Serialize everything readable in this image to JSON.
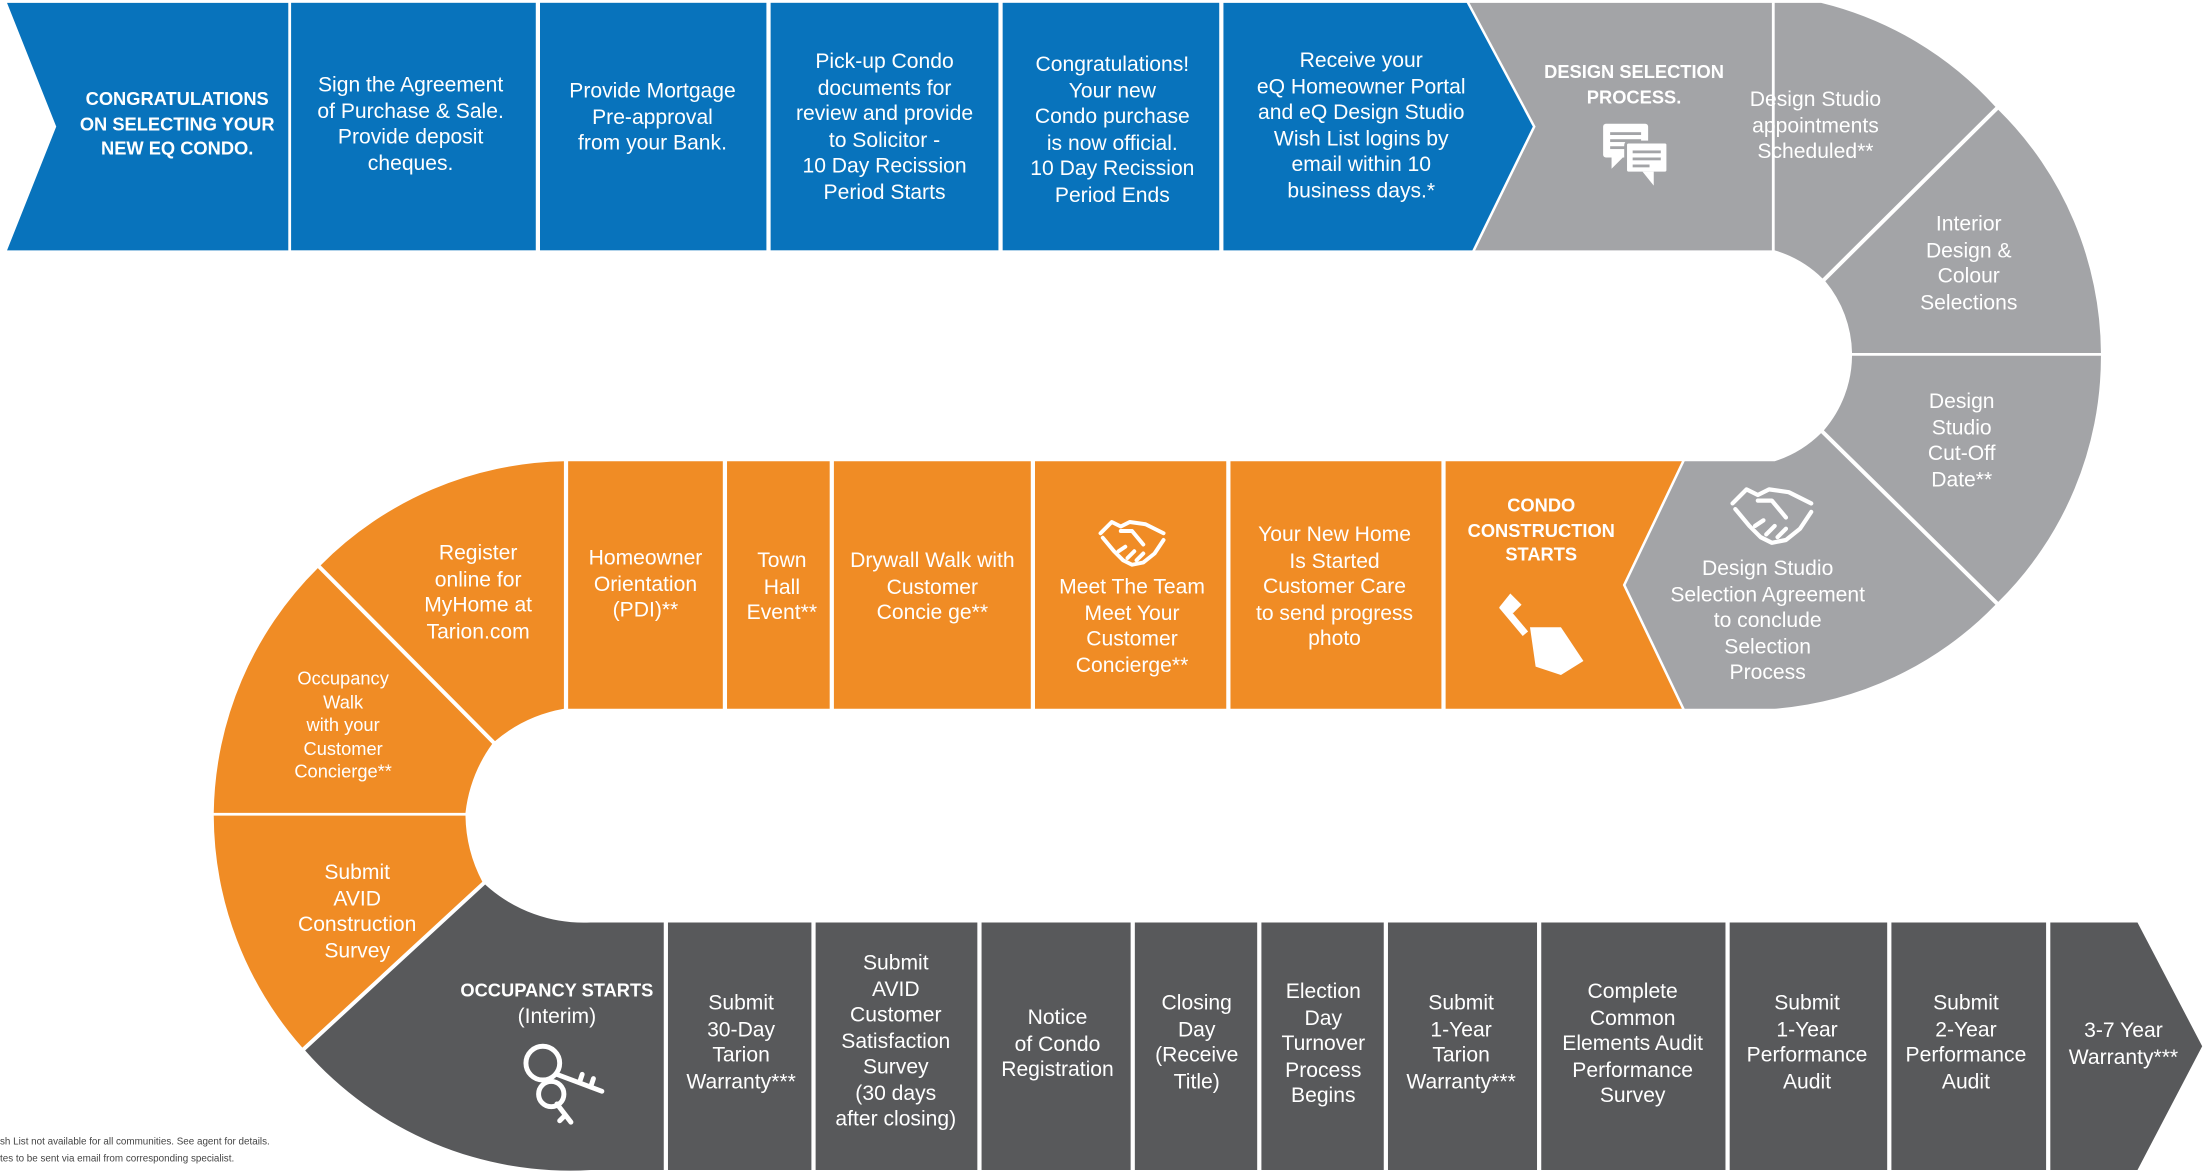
{
  "colors": {
    "blue": "#0873bc",
    "gray": "#a3a4a7",
    "orange": "#f08c25",
    "dark": "#58595b",
    "text": "#ffffff"
  },
  "steps": {
    "s1": {
      "color": "blue",
      "bold": true,
      "lines": [
        "CONGRATULATIONS",
        "ON SELECTING YOUR",
        "NEW EQ CONDO."
      ]
    },
    "s2": {
      "color": "blue",
      "lines": [
        "Sign the Agreement",
        "of Purchase & Sale.",
        "Provide deposit",
        "cheques."
      ]
    },
    "s3": {
      "color": "blue",
      "lines": [
        "Provide Mortgage",
        "Pre-approval",
        "from your Bank."
      ]
    },
    "s4": {
      "color": "blue",
      "lines": [
        "Pick-up Condo",
        "documents for",
        "review and provide",
        "to Solicitor -",
        "10 Day Recission",
        "Period Starts"
      ]
    },
    "s5": {
      "color": "blue",
      "lines": [
        "Congratulations!",
        "Your new",
        "Condo purchase",
        "is now official.",
        "10 Day Recission",
        "Period Ends"
      ]
    },
    "s6": {
      "color": "blue",
      "lines": [
        "Receive your",
        "eQ Homeowner Portal",
        "and eQ Design Studio",
        "Wish List logins by",
        "email within 10",
        "business days.*"
      ]
    },
    "s7": {
      "color": "gray",
      "bold": true,
      "icon": "chat-bubbles-icon",
      "lines": [
        "DESIGN SELECTION",
        "PROCESS."
      ]
    },
    "s8": {
      "color": "gray",
      "lines": [
        "Design Studio",
        "appointments",
        "Scheduled**"
      ]
    },
    "s9": {
      "color": "gray",
      "lines": [
        "Interior",
        "Design &",
        "Colour",
        "Selections"
      ]
    },
    "s10": {
      "color": "gray",
      "lines": [
        "Design",
        "Studio",
        "Cut-Off",
        "Date**"
      ]
    },
    "s11": {
      "color": "gray",
      "icon": "handshake-icon",
      "lines": [
        "Design Studio",
        "Selection Agreement",
        "to conclude",
        "Selection",
        "Process"
      ]
    },
    "s12": {
      "color": "orange",
      "bold": true,
      "icon": "shovel-icon",
      "lines": [
        "CONDO",
        "CONSTRUCTION",
        "STARTS"
      ]
    },
    "s13": {
      "color": "orange",
      "lines": [
        "Your New Home",
        "Is Started",
        "Customer Care",
        "to send progress",
        "photo"
      ]
    },
    "s14": {
      "color": "orange",
      "icon": "handshake-icon",
      "lines": [
        "Meet The Team",
        "Meet Your",
        "Customer",
        "Concierge**"
      ]
    },
    "s15": {
      "color": "orange",
      "lines": [
        "Drywall Walk with",
        "Customer",
        "Concie ge**"
      ]
    },
    "s16": {
      "color": "orange",
      "lines": [
        "Town",
        "Hall",
        "Event**"
      ]
    },
    "s17": {
      "color": "orange",
      "lines": [
        "Homeowner",
        "Orientation",
        "(PDI)**"
      ]
    },
    "s18": {
      "color": "orange",
      "lines": [
        "Register",
        "online for",
        "MyHome at",
        "Tarion.com"
      ]
    },
    "s19": {
      "color": "orange",
      "lines": [
        "Occupancy",
        "Walk",
        "with your",
        "Customer",
        "Concierge**"
      ]
    },
    "s20": {
      "color": "orange",
      "lines": [
        "Submit",
        "AVID",
        "Construction",
        "Survey"
      ]
    },
    "s21": {
      "color": "dark",
      "icon": "keys-icon",
      "title": "OCCUPANCY STARTS",
      "lines": [
        "(Interim)"
      ]
    },
    "s22": {
      "color": "dark",
      "lines": [
        "Submit",
        "30-Day",
        "Tarion",
        "Warranty***"
      ]
    },
    "s23": {
      "color": "dark",
      "lines": [
        "Submit",
        "AVID",
        "Customer",
        "Satisfaction",
        "Survey",
        "(30 days",
        "after closing)"
      ]
    },
    "s24": {
      "color": "dark",
      "lines": [
        "Notice",
        "of Condo",
        "Registration"
      ]
    },
    "s25": {
      "color": "dark",
      "lines": [
        "Closing",
        "Day",
        "(Receive",
        "Title)"
      ]
    },
    "s26": {
      "color": "dark",
      "lines": [
        "Election",
        "Day",
        "Turnover",
        "Process",
        "Begins"
      ]
    },
    "s27": {
      "color": "dark",
      "lines": [
        "Submit",
        "1-Year",
        "Tarion",
        "Warranty***"
      ]
    },
    "s28": {
      "color": "dark",
      "lines": [
        "Complete",
        "Common",
        "Elements Audit",
        "Performance",
        "Survey"
      ]
    },
    "s29": {
      "color": "dark",
      "lines": [
        "Submit",
        "1-Year",
        "Performance",
        "Audit"
      ]
    },
    "s30": {
      "color": "dark",
      "lines": [
        "Submit",
        "2-Year",
        "Performance",
        "Audit"
      ]
    },
    "s31": {
      "color": "dark",
      "lines": [
        "3-7 Year",
        "Warranty***"
      ]
    }
  },
  "footnotes": [
    "sh List not available for all communities. See agent for details.",
    "tes to be sent via email from corresponding specialist."
  ]
}
